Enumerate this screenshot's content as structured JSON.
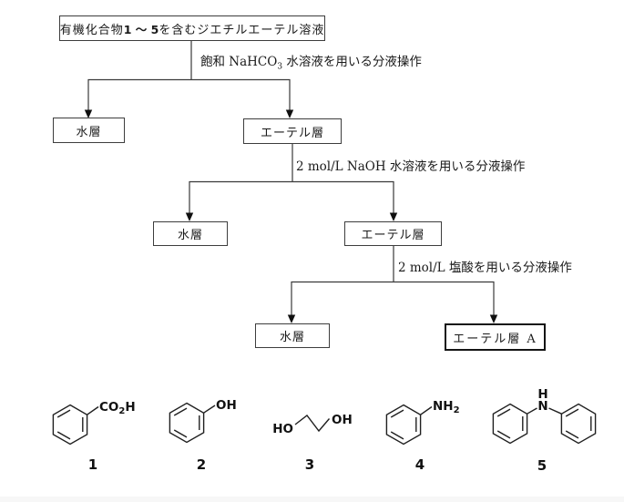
{
  "flowchart": {
    "source_box": {
      "prefix": "有機化合物 ",
      "range": "1 ～ 5",
      "suffix": " を含むジエチルエーテル溶液"
    },
    "step1": {
      "pre": "飽和 NaHCO",
      "sub": "3",
      "post": " 水溶液を用いる分液操作"
    },
    "step2": "2 mol/L NaOH 水溶液を用いる分液操作",
    "step3": "2 mol/L 塩酸を用いる分液操作",
    "aqueous1": "水層",
    "ether1": "エーテル層",
    "aqueous2": "水層",
    "ether2": "エーテル層",
    "aqueous3": "水層",
    "etherA": "エーテル層 A"
  },
  "compounds": {
    "c1": {
      "number": "1",
      "label_pre": "CO",
      "label_sub": "2",
      "label_post": "H"
    },
    "c2": {
      "number": "2",
      "label": "OH"
    },
    "c3": {
      "number": "3",
      "label_left": "HO",
      "label_right": "OH"
    },
    "c4": {
      "number": "4",
      "label_pre": "NH",
      "label_sub": "2"
    },
    "c5": {
      "number": "5",
      "label_n": "N",
      "label_h": "H"
    }
  },
  "colors": {
    "line": "#3a3a3a",
    "text": "#1a1a1a",
    "footer_band": "#f7f7f7"
  }
}
